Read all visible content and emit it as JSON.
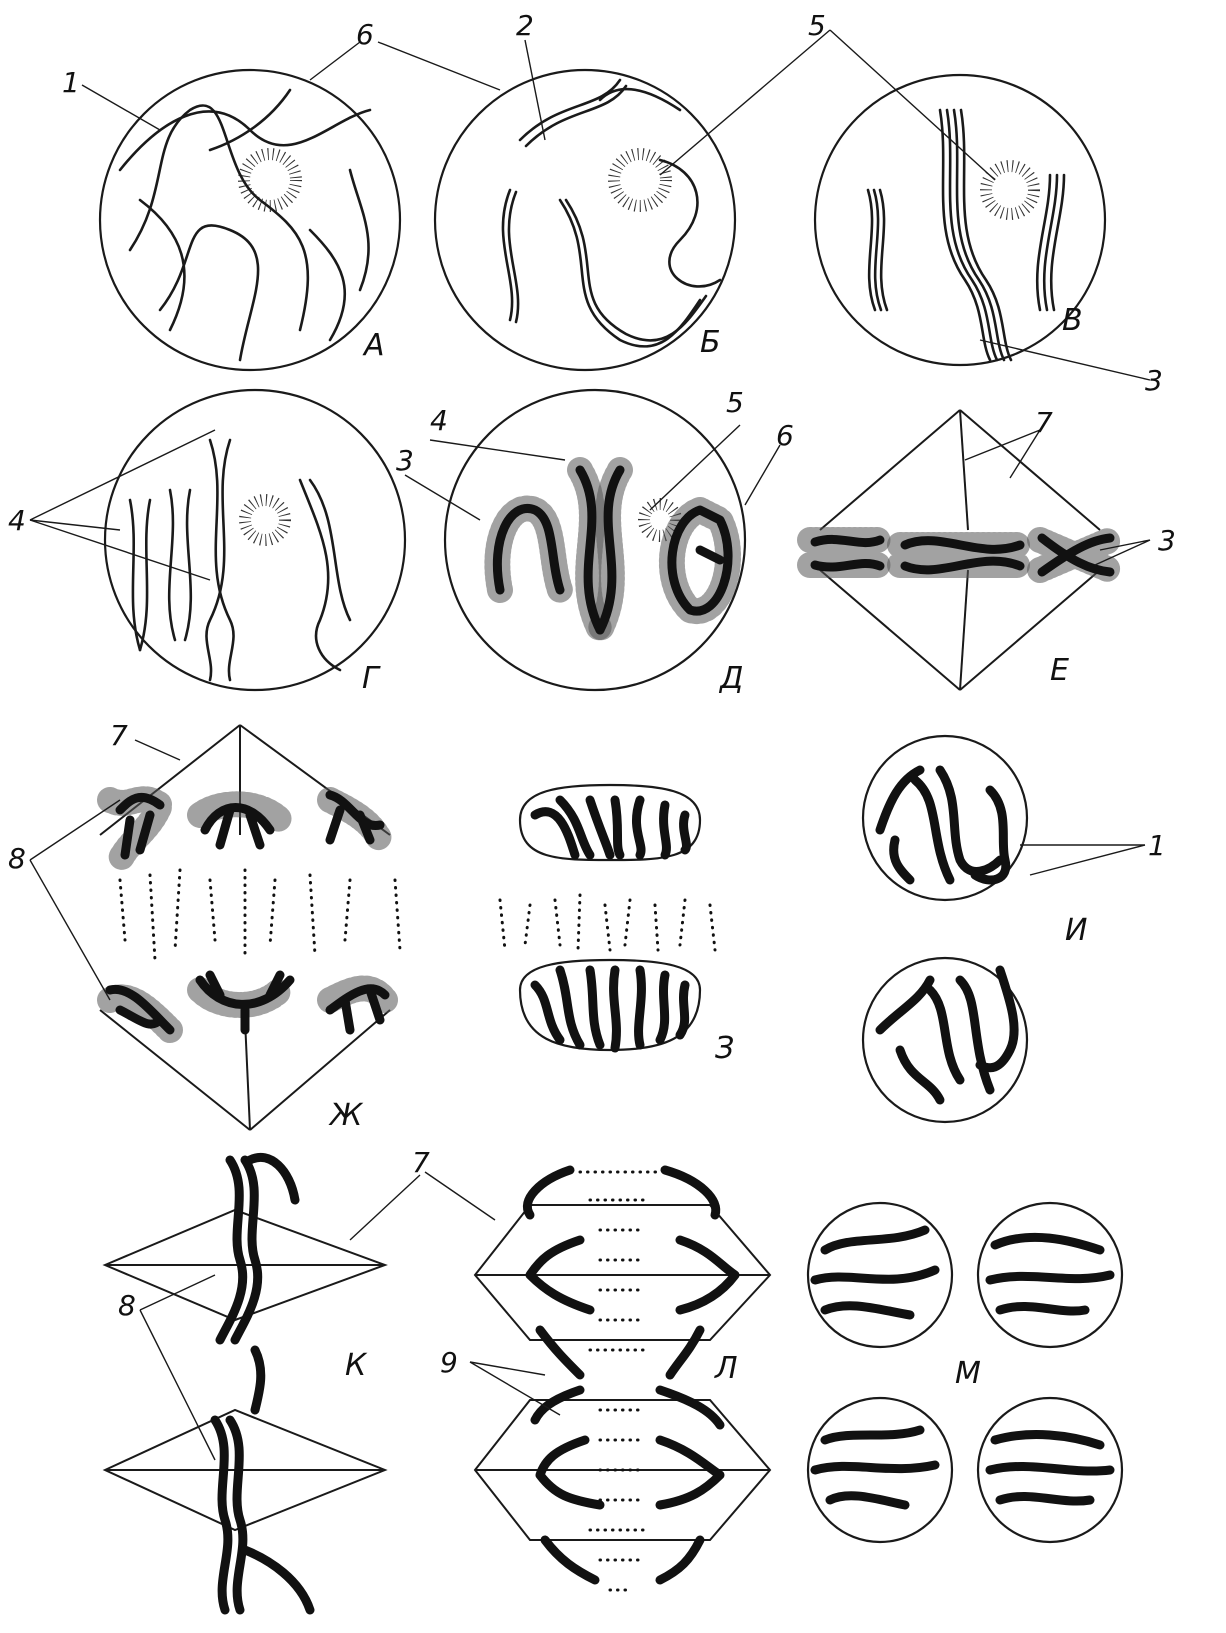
{
  "panels": [
    {
      "id": "A",
      "label": "А"
    },
    {
      "id": "B",
      "label": "Б"
    },
    {
      "id": "V",
      "label": "В"
    },
    {
      "id": "G",
      "label": "Г"
    },
    {
      "id": "D",
      "label": "Д"
    },
    {
      "id": "E",
      "label": "Е"
    },
    {
      "id": "Zh",
      "label": "Ж"
    },
    {
      "id": "Z",
      "label": "З"
    },
    {
      "id": "I",
      "label": "И"
    },
    {
      "id": "K",
      "label": "К"
    },
    {
      "id": "L",
      "label": "Л"
    },
    {
      "id": "M",
      "label": "М"
    }
  ],
  "callouts": {
    "n1": "1",
    "n2": "2",
    "n3": "3",
    "n4": "4",
    "n5": "5",
    "n6": "6",
    "n7": "7",
    "n8": "8",
    "n9": "9"
  }
}
